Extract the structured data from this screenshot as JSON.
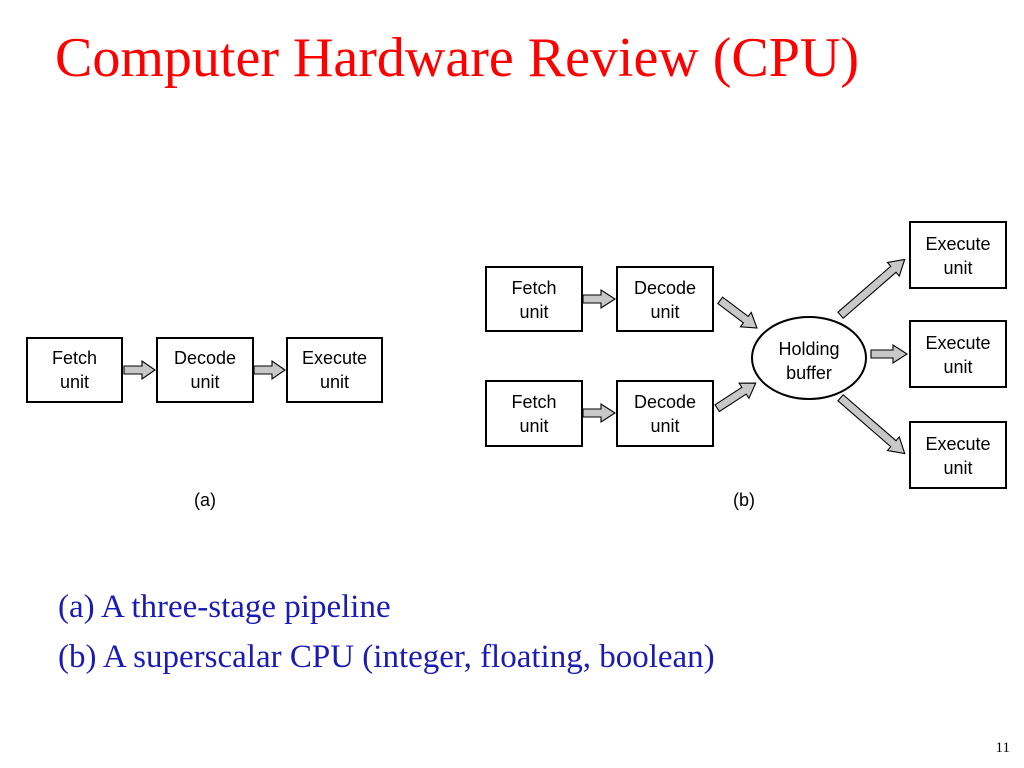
{
  "slide": {
    "title": "Computer Hardware Review (CPU)",
    "page_number": "11"
  },
  "diagram_a": {
    "label": "(a)",
    "fetch": [
      "Fetch",
      "unit"
    ],
    "decode": [
      "Decode",
      "unit"
    ],
    "execute": [
      "Execute",
      "unit"
    ]
  },
  "diagram_b": {
    "label": "(b)",
    "fetch_top": [
      "Fetch",
      "unit"
    ],
    "decode_top": [
      "Decode",
      "unit"
    ],
    "fetch_bottom": [
      "Fetch",
      "unit"
    ],
    "decode_bottom": [
      "Decode",
      "unit"
    ],
    "holding": [
      "Holding",
      "buffer"
    ],
    "execute_top": [
      "Execute",
      "unit"
    ],
    "execute_mid": [
      "Execute",
      "unit"
    ],
    "execute_bottom": [
      "Execute",
      "unit"
    ]
  },
  "captions": [
    "(a) A three-stage pipeline",
    "(b) A superscalar CPU (integer, floating, boolean)"
  ],
  "colors": {
    "title": "#ff0000",
    "captions": "#1a1ab4",
    "arrow_fill": "#c8c8c8"
  }
}
